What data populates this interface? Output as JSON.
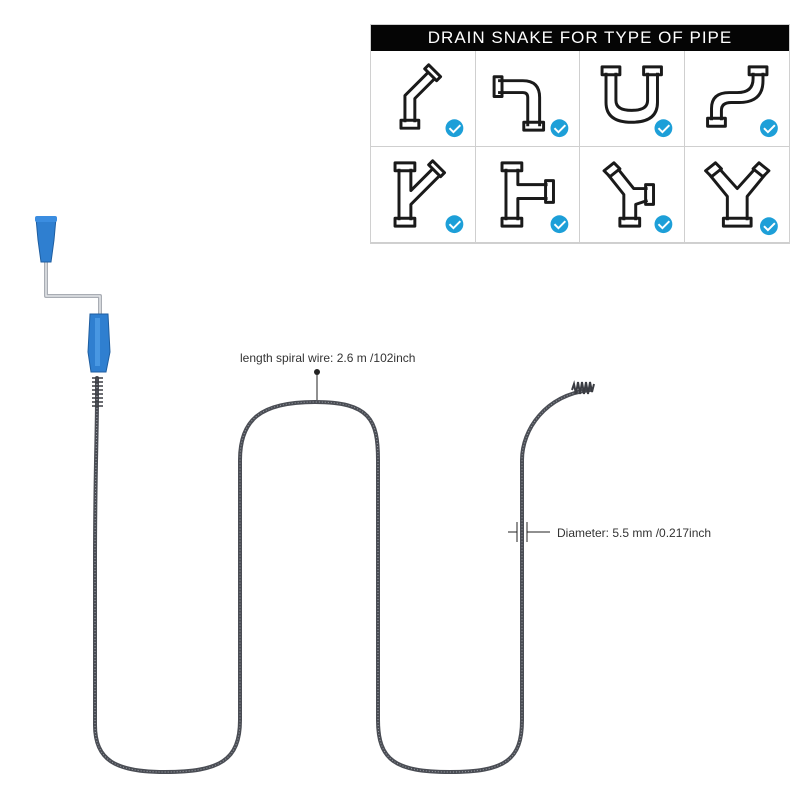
{
  "panel": {
    "title": "DRAIN SNAKE FOR TYPE OF PIPE",
    "accent_color": "#1d9fd8",
    "pipe_types": [
      {
        "icon": "angled-elbow-pipe-icon"
      },
      {
        "icon": "elbow-pipe-icon"
      },
      {
        "icon": "u-trap-pipe-icon"
      },
      {
        "icon": "s-bend-pipe-icon"
      },
      {
        "icon": "wye-branch-pipe-icon"
      },
      {
        "icon": "tee-pipe-icon"
      },
      {
        "icon": "offset-wye-pipe-icon"
      },
      {
        "icon": "y-fitting-pipe-icon"
      }
    ]
  },
  "product": {
    "handle_color": "#2f7fd0",
    "wire_color": "#4a4d54"
  },
  "annotations": {
    "length": "length spiral wire: 2.6 m /102inch",
    "diameter": "Diameter: 5.5 mm /0.217inch"
  }
}
